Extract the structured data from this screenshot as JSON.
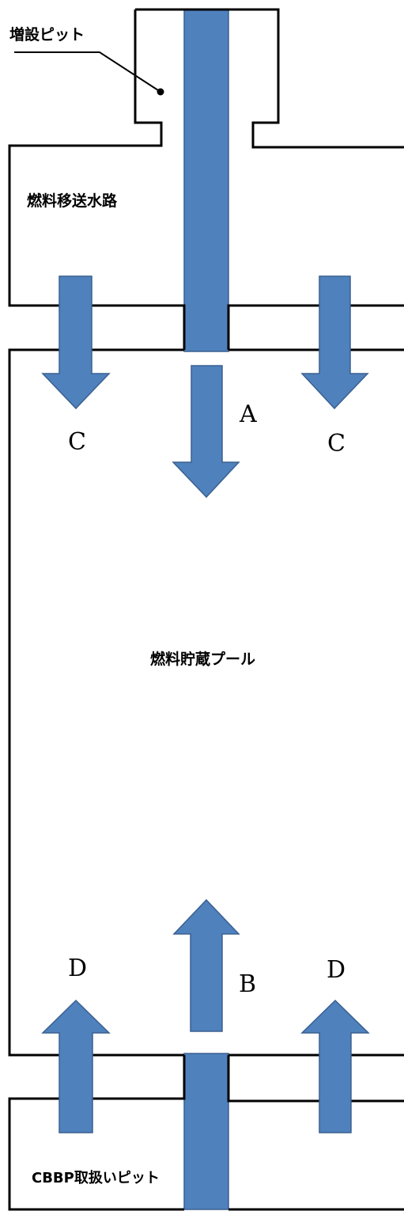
{
  "labels": {
    "extension_pit": "増設ピット",
    "transfer_channel": "燃料移送水路",
    "storage_pool": "燃料貯蔵プール",
    "cbbp_pit": "CBBP取扱いピット"
  },
  "flow_labels": {
    "a": "A",
    "b": "B",
    "c_left": "C",
    "c_right": "C",
    "d_left": "D",
    "d_right": "D"
  },
  "colors": {
    "flow_fill": "#4f81bd",
    "flow_stroke": "#3a6090",
    "wall": "#000000",
    "background": "#ffffff"
  }
}
